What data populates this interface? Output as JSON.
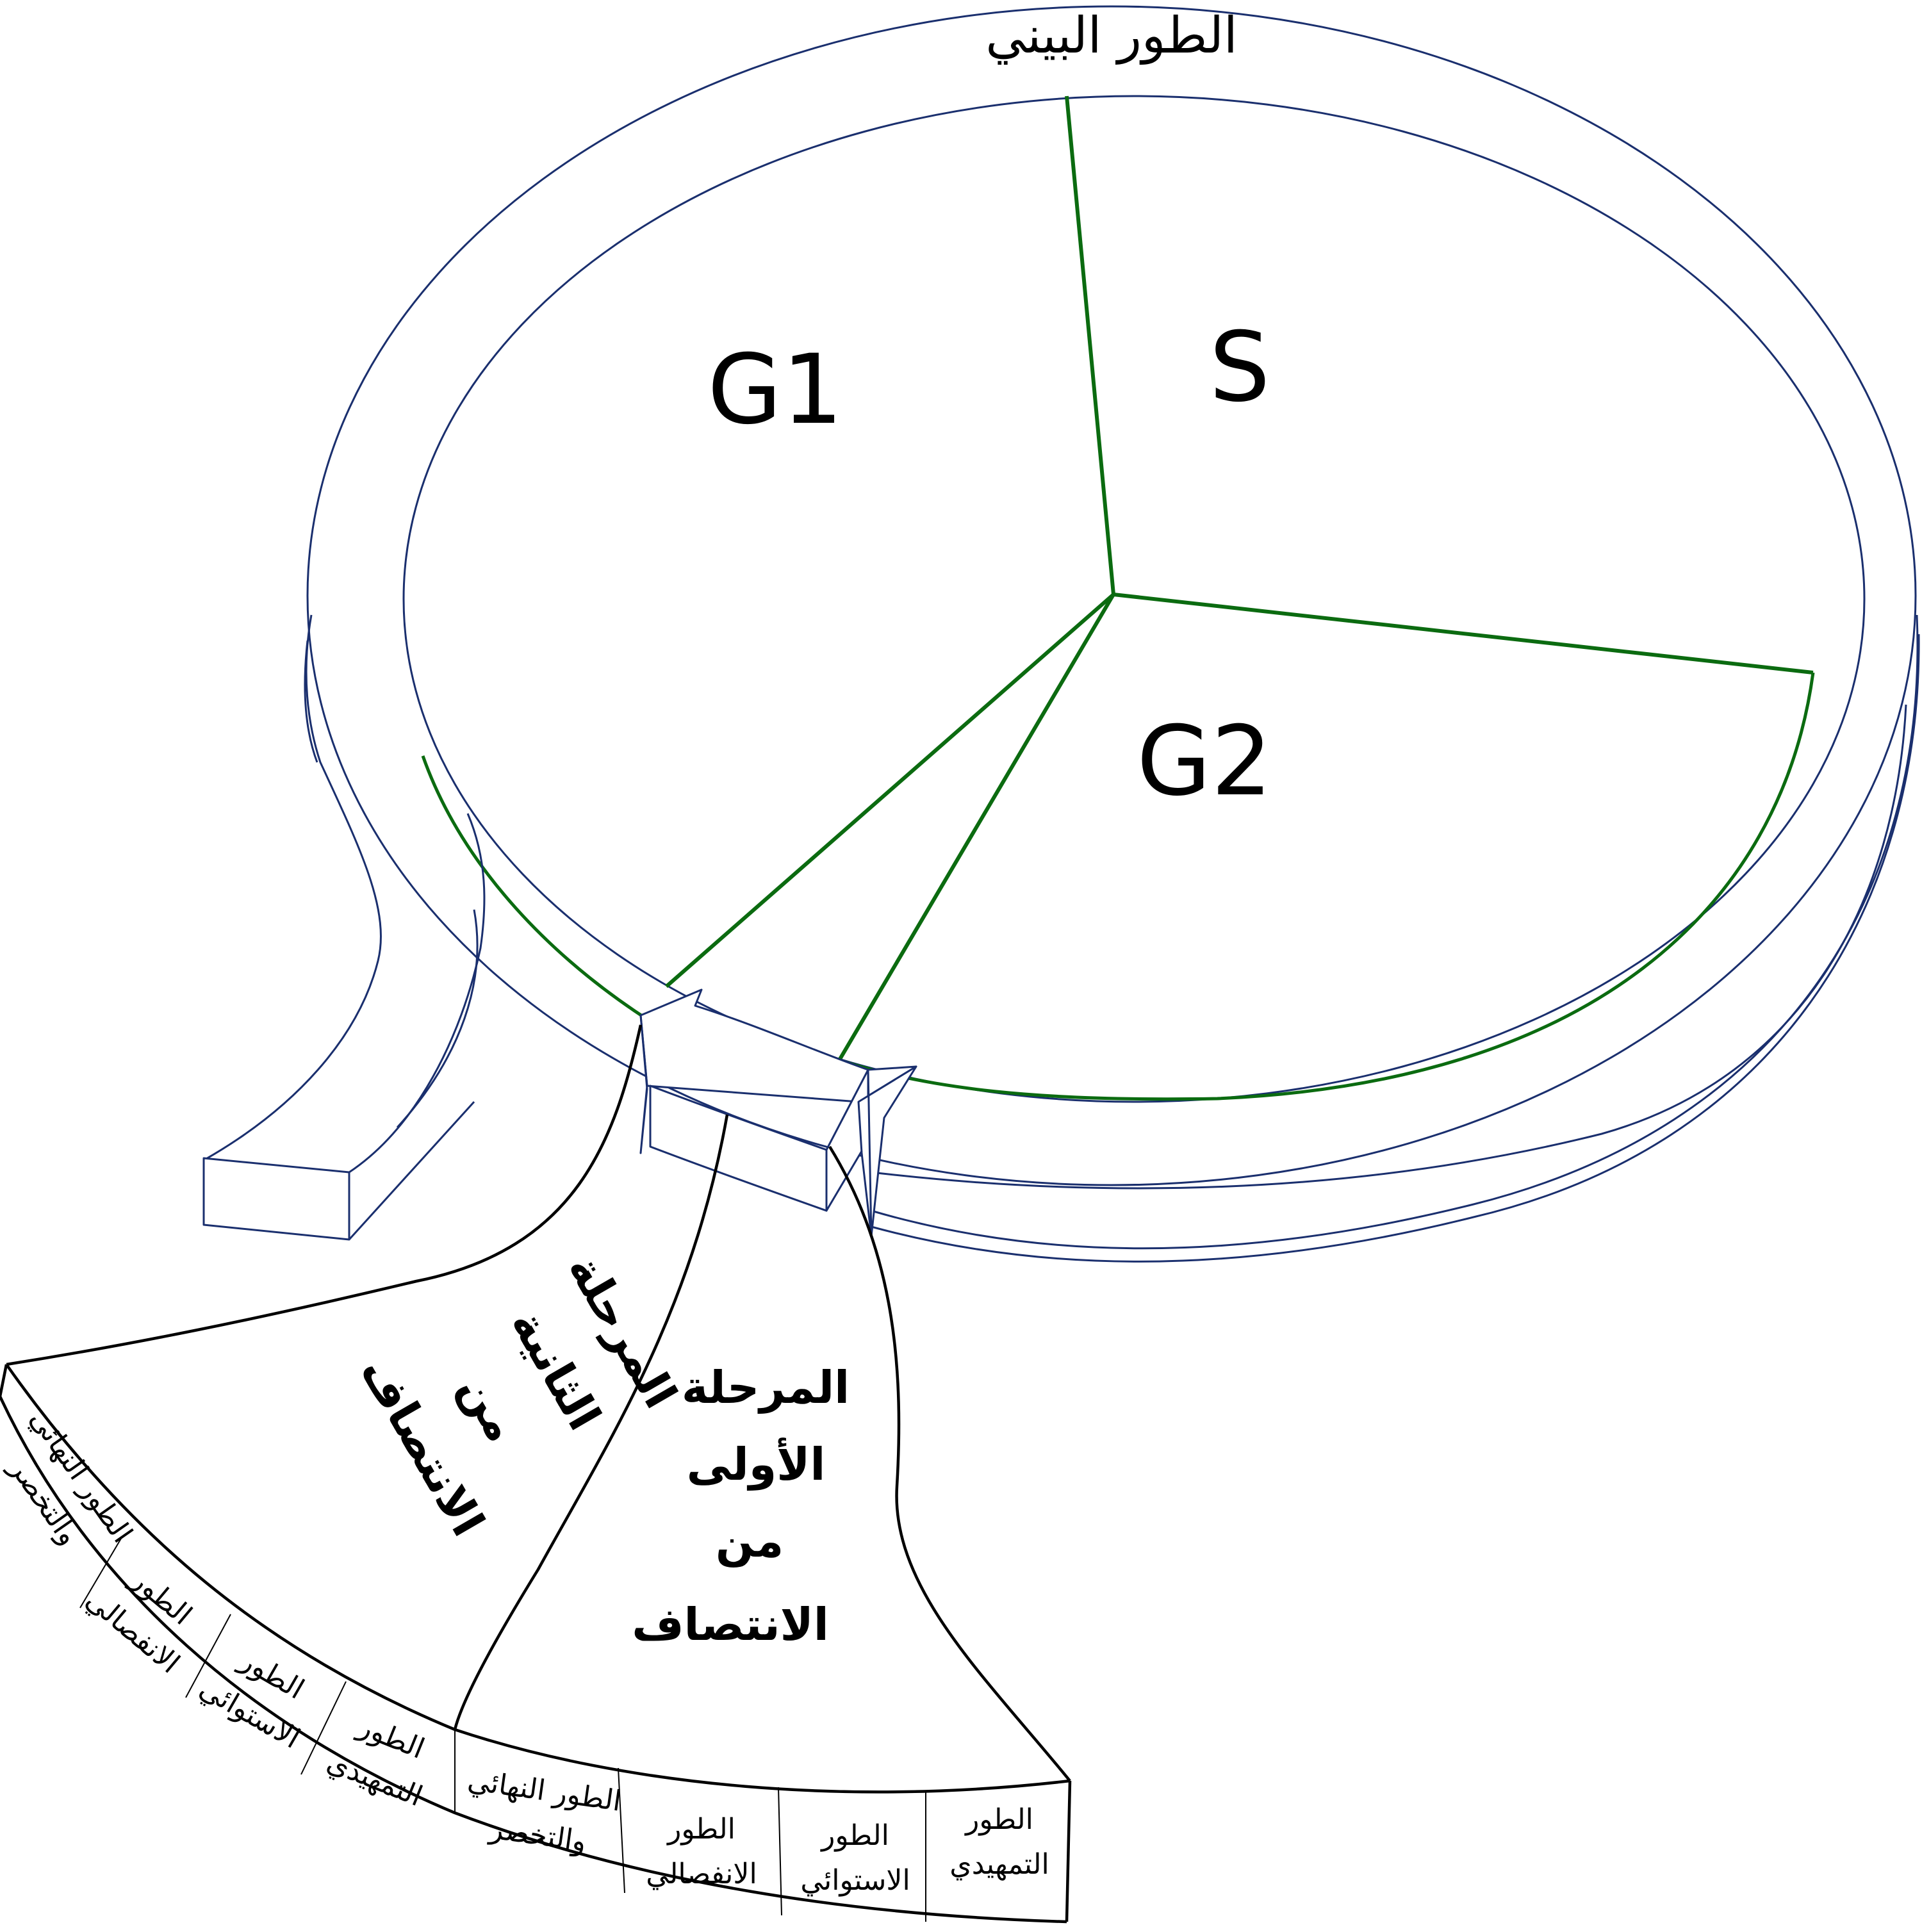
{
  "diagram": {
    "interphase_label": "الطور البيني",
    "phases": {
      "g1": "G1",
      "s": "S",
      "g2": "G2"
    },
    "first_meiosis": {
      "label_lines": [
        "المرحلة",
        "الأولى",
        "من",
        "الانتصاف"
      ],
      "stages": [
        [
          "الطور",
          "التمهيدي"
        ],
        [
          "الطور",
          "الاستوائي"
        ],
        [
          "الطور",
          "الانفصالي"
        ],
        [
          "الطور النهائي",
          "والتخصر"
        ]
      ]
    },
    "second_meiosis": {
      "label_lines": [
        "المرحلة",
        "الثانية",
        "من",
        "الانتصاف"
      ],
      "stages": [
        [
          "الطور",
          "التمهيدي"
        ],
        [
          "الطور",
          "الاستوائي"
        ],
        [
          "الطور",
          "الانفصالي"
        ],
        [
          "الطور النهائي",
          "والتخصر"
        ]
      ]
    },
    "colors": {
      "ring_stroke": "#1a2f6e",
      "phase_divider": "#0b6b10",
      "meiosis_stroke": "#000000"
    }
  }
}
